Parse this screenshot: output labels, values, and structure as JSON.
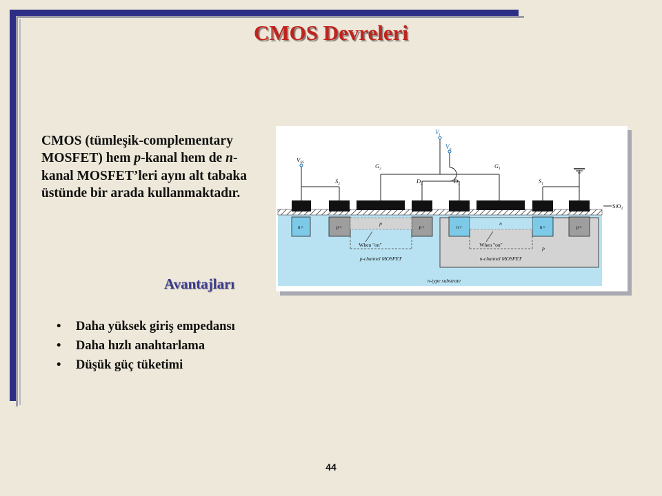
{
  "slide": {
    "title": "CMOS Devreleri",
    "intro": {
      "t1": "CMOS (tümleşik-complementary MOSFET) hem ",
      "p": "p",
      "t2": "-kanal hem de ",
      "n": "n",
      "t3": "-kanal MOSFET’leri aynı alt tabaka üstünde bir arada kullanmaktadır."
    },
    "subheading": "Avantajları",
    "bullet_glyph": "•",
    "bullets": [
      "Daha yüksek giriş empedansı",
      "Daha hızlı anahtarlama",
      "Düşük güç tüketimi"
    ],
    "page_number": "44"
  },
  "figure": {
    "vi": "V",
    "vi_sub": "i",
    "vo": "V",
    "vo_sub": "o",
    "vss": "V",
    "vss_sub": "SS",
    "g2": "G",
    "g2_sub": "2",
    "g1": "G",
    "g1_sub": "1",
    "s2": "S",
    "s2_sub": "2",
    "d2": "D",
    "d2_sub": "2",
    "d1": "D",
    "d1_sub": "1",
    "s1": "S",
    "s1_sub": "1",
    "sio2": "SiO",
    "sio2_sub": "2",
    "n_plus": "n+",
    "p_plus": "p+",
    "p": "p",
    "n": "n",
    "when_on": "When \"on\"",
    "pch": "p-channel MOSFET",
    "nch": "n-channel MOSFET",
    "substrate": "n-type substrate"
  }
}
